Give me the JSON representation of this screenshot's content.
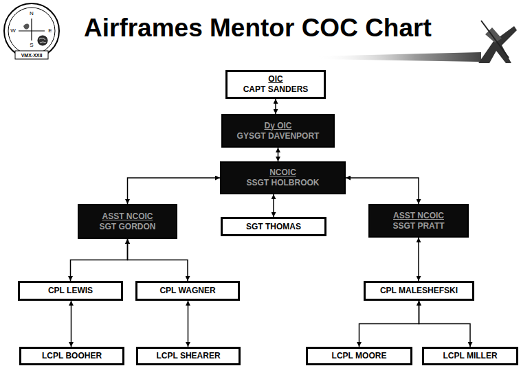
{
  "diagram": {
    "title": "Airframes Mentor COC Chart",
    "nodes": [
      {
        "text": [
          "OIC",
          "CAPT SANDERS"
        ]
      },
      {
        "text": [
          "Dy OIC",
          "GYSGT DAVENPORT"
        ]
      },
      {
        "text": [
          "NCOIC",
          "SSGT HOLBROOK"
        ]
      },
      {
        "text": [
          "ASST NCOIC",
          "SGT GORDON"
        ]
      },
      {
        "text": [
          "SGT THOMAS"
        ]
      },
      {
        "text": [
          "ASST NCOIC",
          "SSGT PRATT"
        ]
      },
      {
        "text": [
          "CPL LEWIS"
        ]
      },
      {
        "text": [
          "CPL WAGNER"
        ]
      },
      {
        "text": [
          "CPL MALESHEFSKI"
        ]
      },
      {
        "text": [
          "LCPL BOOHER"
        ]
      },
      {
        "text": [
          "LCPL SHEARER"
        ]
      },
      {
        "text": [
          "LCPL MOORE"
        ]
      },
      {
        "text": [
          "LCPL MILLER"
        ]
      }
    ],
    "edges": [
      {
        "from": 0,
        "to": 1,
        "arrow": "both"
      },
      {
        "from": 1,
        "to": 2,
        "arrow": "both"
      },
      {
        "from": 2,
        "to": 3,
        "arrow": "both"
      },
      {
        "from": 2,
        "to": 4,
        "arrow": "both"
      },
      {
        "from": 2,
        "to": 5,
        "arrow": "both"
      },
      {
        "from": 3,
        "to": 6,
        "arrow": "both"
      },
      {
        "from": 3,
        "to": 7,
        "arrow": "both"
      },
      {
        "from": 6,
        "to": 9,
        "arrow": "both"
      },
      {
        "from": 7,
        "to": 10,
        "arrow": "both"
      },
      {
        "from": 5,
        "to": 8,
        "arrow": "both"
      },
      {
        "from": 8,
        "to": 11,
        "arrow": "both"
      },
      {
        "from": 8,
        "to": 12,
        "arrow": "both"
      }
    ],
    "labels": [
      "N",
      "W",
      "E",
      "S",
      "VMX-XXII"
    ]
  }
}
